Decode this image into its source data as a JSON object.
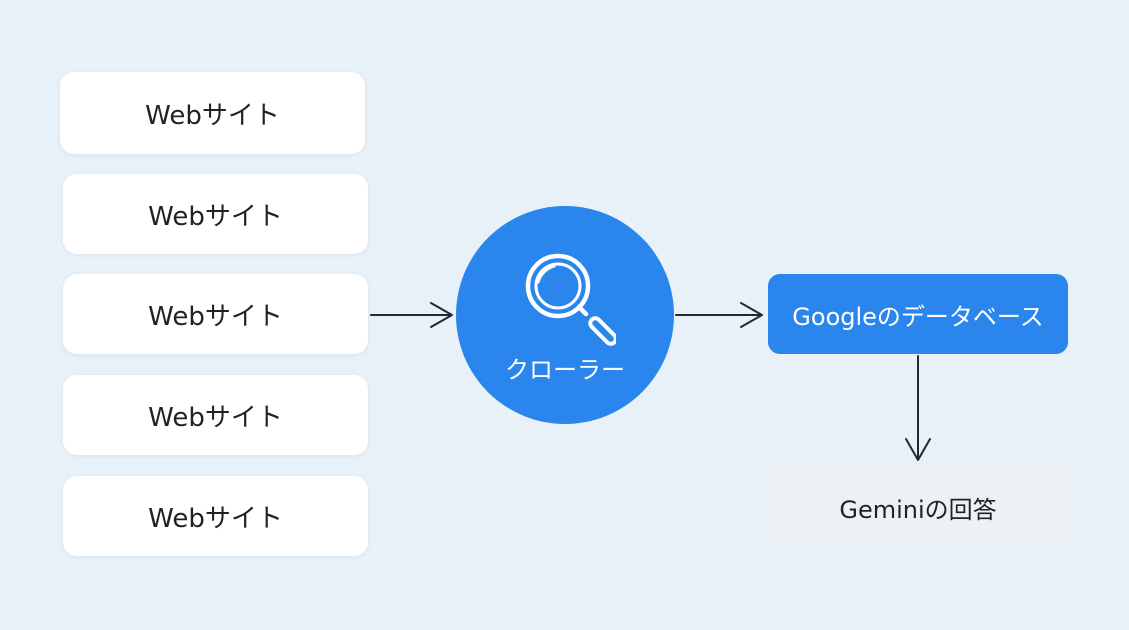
{
  "websites": [
    {
      "label": "Webサイト"
    },
    {
      "label": "Webサイト"
    },
    {
      "label": "Webサイト"
    },
    {
      "label": "Webサイト"
    },
    {
      "label": "Webサイト"
    }
  ],
  "crawler": {
    "label": "クローラー",
    "icon": "magnifier-icon"
  },
  "database": {
    "label": "Googleのデータベース"
  },
  "answer": {
    "label": "Geminiの回答"
  },
  "colors": {
    "background": "#e8f0f8",
    "accent": "#2a86ec",
    "card": "#ffffff",
    "answer_card": "#eef1f4"
  }
}
